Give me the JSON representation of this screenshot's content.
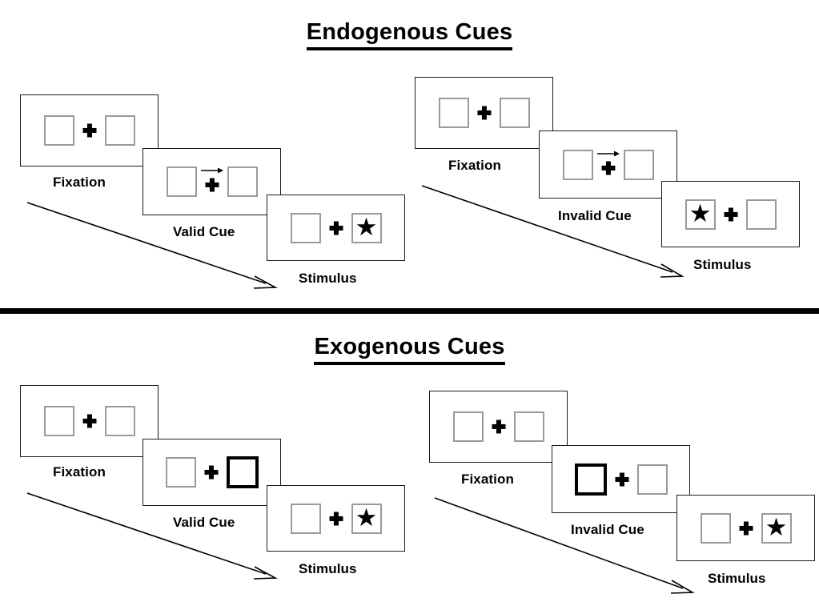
{
  "figure": {
    "sections": [
      {
        "id": "endogenous",
        "title": "Endogenous Cues",
        "sequences": [
          {
            "id": "endogenous-valid",
            "condition": "valid",
            "frames": [
              {
                "label": "Fixation",
                "cue_type": "none",
                "left_box": {
                  "cued": false,
                  "content": "empty"
                },
                "right_box": {
                  "cued": false,
                  "content": "empty"
                },
                "fixation": "cross",
                "arrow_direction": ""
              },
              {
                "label": "Valid Cue",
                "cue_type": "central-arrow",
                "left_box": {
                  "cued": false,
                  "content": "empty"
                },
                "right_box": {
                  "cued": false,
                  "content": "empty"
                },
                "fixation": "cross",
                "arrow_direction": "right"
              },
              {
                "label": "Stimulus",
                "cue_type": "none",
                "left_box": {
                  "cued": false,
                  "content": "empty"
                },
                "right_box": {
                  "cued": false,
                  "content": "star"
                },
                "fixation": "cross",
                "arrow_direction": ""
              }
            ]
          },
          {
            "id": "endogenous-invalid",
            "condition": "invalid",
            "frames": [
              {
                "label": "Fixation",
                "cue_type": "none",
                "left_box": {
                  "cued": false,
                  "content": "empty"
                },
                "right_box": {
                  "cued": false,
                  "content": "empty"
                },
                "fixation": "cross",
                "arrow_direction": ""
              },
              {
                "label": "Invalid Cue",
                "cue_type": "central-arrow",
                "left_box": {
                  "cued": false,
                  "content": "empty"
                },
                "right_box": {
                  "cued": false,
                  "content": "empty"
                },
                "fixation": "cross",
                "arrow_direction": "right"
              },
              {
                "label": "Stimulus",
                "cue_type": "none",
                "left_box": {
                  "cued": false,
                  "content": "star"
                },
                "right_box": {
                  "cued": false,
                  "content": "empty"
                },
                "fixation": "cross",
                "arrow_direction": ""
              }
            ]
          }
        ]
      },
      {
        "id": "exogenous",
        "title": "Exogenous Cues",
        "sequences": [
          {
            "id": "exogenous-valid",
            "condition": "valid",
            "frames": [
              {
                "label": "Fixation",
                "cue_type": "none",
                "left_box": {
                  "cued": false,
                  "content": "empty"
                },
                "right_box": {
                  "cued": false,
                  "content": "empty"
                },
                "fixation": "cross",
                "arrow_direction": ""
              },
              {
                "label": "Valid Cue",
                "cue_type": "peripheral-box-highlight",
                "left_box": {
                  "cued": false,
                  "content": "empty"
                },
                "right_box": {
                  "cued": true,
                  "content": "empty"
                },
                "fixation": "cross",
                "arrow_direction": ""
              },
              {
                "label": "Stimulus",
                "cue_type": "none",
                "left_box": {
                  "cued": false,
                  "content": "empty"
                },
                "right_box": {
                  "cued": false,
                  "content": "star"
                },
                "fixation": "cross",
                "arrow_direction": ""
              }
            ]
          },
          {
            "id": "exogenous-invalid",
            "condition": "invalid",
            "frames": [
              {
                "label": "Fixation",
                "cue_type": "none",
                "left_box": {
                  "cued": false,
                  "content": "empty"
                },
                "right_box": {
                  "cued": false,
                  "content": "empty"
                },
                "fixation": "cross",
                "arrow_direction": ""
              },
              {
                "label": "Invalid Cue",
                "cue_type": "peripheral-box-highlight",
                "left_box": {
                  "cued": true,
                  "content": "empty"
                },
                "right_box": {
                  "cued": false,
                  "content": "empty"
                },
                "fixation": "cross",
                "arrow_direction": ""
              },
              {
                "label": "Stimulus",
                "cue_type": "none",
                "left_box": {
                  "cued": false,
                  "content": "empty"
                },
                "right_box": {
                  "cued": false,
                  "content": "star"
                },
                "fixation": "cross",
                "arrow_direction": ""
              }
            ]
          }
        ]
      }
    ],
    "glyphs": {
      "star": "★",
      "time_arrow_label": ""
    },
    "colors": {
      "panel_border": "#1a1a1a",
      "box_border": "#9a9a9a",
      "cued_box_border": "#000000",
      "ink": "#000000",
      "background": "#ffffff"
    }
  }
}
